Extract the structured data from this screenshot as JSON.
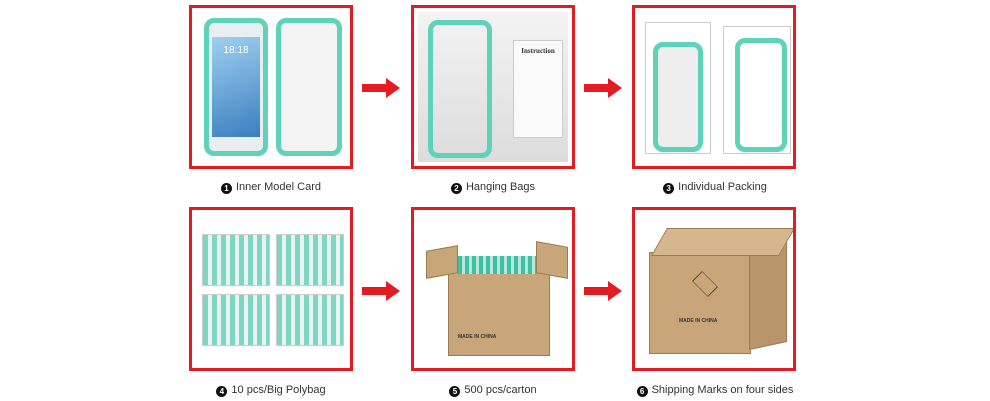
{
  "steps": [
    {
      "number": "1",
      "label": "Inner Model Card",
      "phone_time": "18:18"
    },
    {
      "number": "2",
      "label": "Hanging Bags",
      "card_title": "Instruction"
    },
    {
      "number": "3",
      "label": "Individual Packing"
    },
    {
      "number": "4",
      "label": "10 pcs/Big Polybag"
    },
    {
      "number": "5",
      "label": "500 pcs/carton",
      "carton_mark": "MADE IN CHINA"
    },
    {
      "number": "6",
      "label": "Shipping Marks on four sides",
      "carton_mark": "MADE IN CHINA"
    }
  ],
  "colors": {
    "frame": "#e31b23",
    "arrow": "#e31b23",
    "case": "#5fd3b9"
  },
  "arrow_icon": "right-arrow-icon"
}
